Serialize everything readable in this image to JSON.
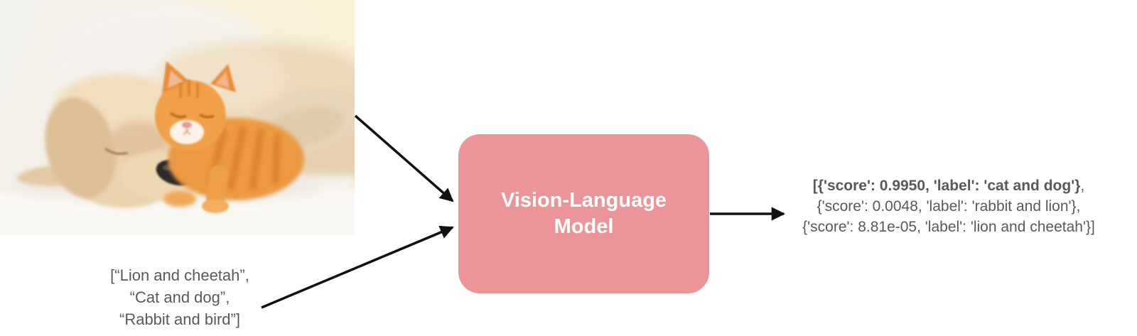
{
  "figure": {
    "photo": {
      "alt": "Sleeping cream puppy with an orange tabby kitten resting on its head, on a white fluffy blanket"
    },
    "input_labels": {
      "line1": "[“Lion and cheetah”,",
      "line2": "“Cat and dog”,",
      "line3": "“Rabbit and bird”]"
    },
    "model": {
      "line1": "Vision-Language",
      "line2": "Model",
      "fill": "#EC9598",
      "text_color": "#FFFFFF"
    },
    "output": {
      "line1_bold": "[{'score': 0.9950, 'label': 'cat and dog'}",
      "line1_tail": ",",
      "line2": "{'score': 0.0048, 'label': 'rabbit and lion'},",
      "line3": "{'score': 8.81e-05, 'label': 'lion and cheetah'}]"
    },
    "colors": {
      "arrow": "#111111",
      "gray_text": "#595959"
    }
  }
}
